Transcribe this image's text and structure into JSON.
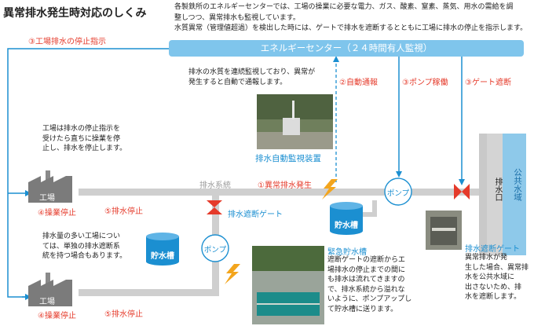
{
  "title": "異常排水発生時対応のしくみ",
  "description": [
    "各製鉄所のエネルギーセンターでは、工場の操業に必要な電力、ガス、酸素、窒素、蒸気、用水の需給を調",
    "整しつつ、異常排水も監視しています。",
    "水質異常（管理値超過）を検出した時には、ゲートで排水を遮断するとともに工場に排水の停止を指示します。"
  ],
  "energy_center": "エネルギーセンター（２４時間有人監視）",
  "steps": {
    "s1": "①異常排水発生",
    "s2": "②自動通報",
    "s3": "③ポンプ稼働",
    "s3_gate": "③ゲート遮断",
    "s3_factory": "③工場排水の停止指示",
    "s4_top": "④操業停止",
    "s4_bottom": "④操業停止",
    "s5_top": "⑤排水停止",
    "s5_bottom": "⑤排水停止"
  },
  "monitor_text": [
    "排水の水質を連続監視しており、異常が",
    "発生すると自動で通報します。"
  ],
  "monitor_device": "排水自動監視装置",
  "factory_note_top": [
    "工場は排水の停止指示を",
    "受けたら直ちに操業を停",
    "止し、排水を停止します。"
  ],
  "factory_note_bottom": [
    "排水量の多い工場につい",
    "ては、単独の排水遮断系",
    "統を持つ場合もあります。"
  ],
  "factory_label": "工場",
  "drain_system": "排水系統",
  "gate_label": "排水遮断ゲート",
  "tank_label": "貯水槽",
  "pump_label": "ポンプ",
  "outlet_label": "排水口",
  "public_water": "公共水域",
  "emergency_title": "緊急貯水槽",
  "emergency_text": [
    "遮断ゲートの遮断からエ",
    "場排水の停止までの間に",
    "も排水は流れてきますの",
    "で、排水系統から溢れな",
    "いように、ポンプアップし",
    "て貯水槽に送ります。"
  ],
  "gate_title": "排水遮断ゲート",
  "gate_text": [
    "異常排水が発",
    "生した場合、異常排",
    "水を公共水域に",
    "出さないため、排",
    "水を遮断します。"
  ],
  "colors": {
    "accent_blue": "#1b8fd1",
    "bar_blue": "#7fc5ec",
    "alert_red": "#e53a2a",
    "pipe_gray": "#cfcfcf"
  }
}
